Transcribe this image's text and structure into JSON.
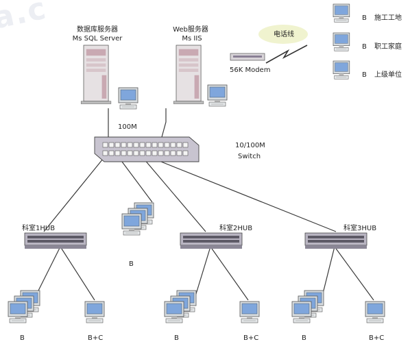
{
  "watermark": "a.c",
  "servers": {
    "db": {
      "title": "数据库服务器",
      "name": "Ms SQL Server"
    },
    "web": {
      "title": "Web服务器",
      "name": "Ms IIS"
    }
  },
  "link_100m": "100M",
  "switch": {
    "speed": "10/100M",
    "name": "Switch"
  },
  "modem": "56K Modem",
  "phone_line": "电话线",
  "remote_sites": [
    {
      "letter": "B",
      "name": "施工工地"
    },
    {
      "letter": "B",
      "name": "职工家庭"
    },
    {
      "letter": "B",
      "name": "上级单位"
    }
  ],
  "hubs": [
    "科室1HUB",
    "科室2HUB",
    "科室3HUB"
  ],
  "middle_group_label": "B",
  "clients": [
    {
      "cluster": "B",
      "single": "B+C"
    },
    {
      "cluster": "B",
      "single": "B+C"
    },
    {
      "cluster": "B",
      "single": "B+C"
    }
  ],
  "colors": {
    "screen": "#7fa6dc",
    "bezel": "#d7dce0",
    "tower": "#e6e1e3",
    "tower_accent": "#c9a9b2",
    "lines": "#3a3a3a",
    "cloud": "#f0f3cf"
  }
}
